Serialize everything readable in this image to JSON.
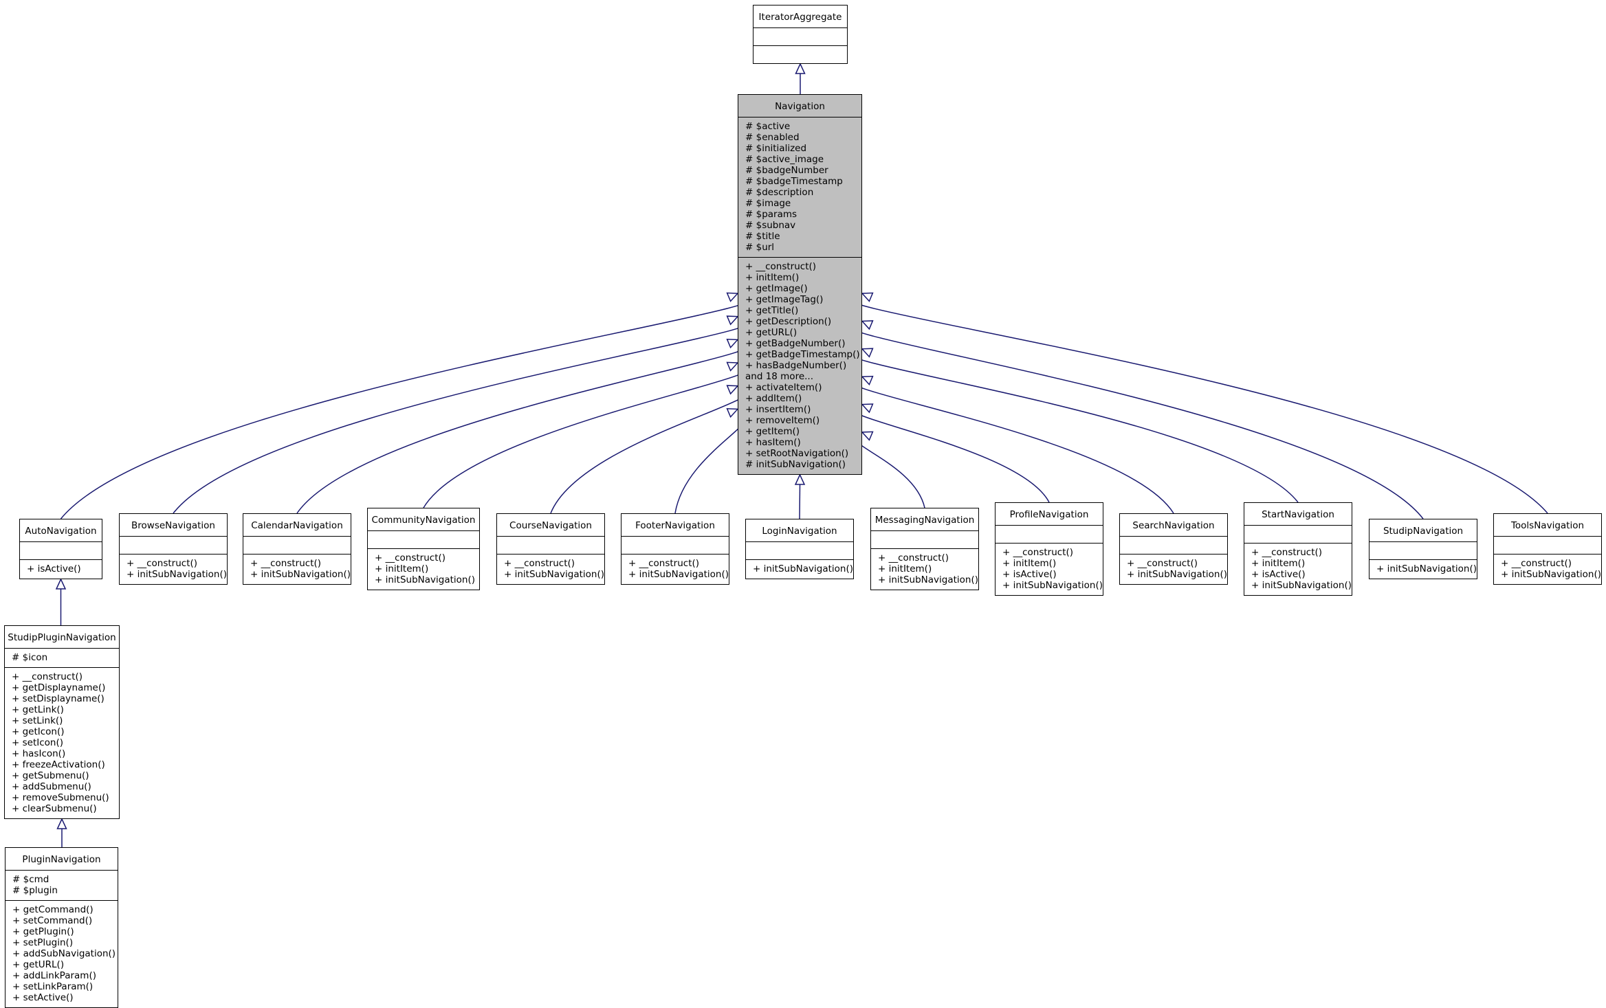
{
  "diagram": {
    "classes": [
      {
        "id": "IteratorAggregate",
        "name": "IteratorAggregate",
        "attributes": [],
        "methods": []
      },
      {
        "id": "Navigation",
        "name": "Navigation",
        "highlight": true,
        "attributes": [
          "# $active",
          "# $enabled",
          "# $initialized",
          "# $active_image",
          "# $badgeNumber",
          "# $badgeTimestamp",
          "# $description",
          "# $image",
          "# $params",
          "# $subnav",
          "# $title",
          "# $url"
        ],
        "methods": [
          "+ __construct()",
          "+ initItem()",
          "+ getImage()",
          "+ getImageTag()",
          "+ getTitle()",
          "+ getDescription()",
          "+ getURL()",
          "+ getBadgeNumber()",
          "+ getBadgeTimestamp()",
          "+ hasBadgeNumber()",
          "and 18 more...",
          "+ activateItem()",
          "+ addItem()",
          "+ insertItem()",
          "+ removeItem()",
          "+ getItem()",
          "+ hasItem()",
          "+ setRootNavigation()",
          "# initSubNavigation()"
        ]
      },
      {
        "id": "AutoNavigation",
        "name": "AutoNavigation",
        "attributes": [],
        "methods": [
          "+ isActive()"
        ]
      },
      {
        "id": "BrowseNavigation",
        "name": "BrowseNavigation",
        "attributes": [],
        "methods": [
          "+ __construct()",
          "+ initSubNavigation()"
        ]
      },
      {
        "id": "CalendarNavigation",
        "name": "CalendarNavigation",
        "attributes": [],
        "methods": [
          "+ __construct()",
          "+ initSubNavigation()"
        ]
      },
      {
        "id": "CommunityNavigation",
        "name": "CommunityNavigation",
        "attributes": [],
        "methods": [
          "+ __construct()",
          "+ initItem()",
          "+ initSubNavigation()"
        ]
      },
      {
        "id": "CourseNavigation",
        "name": "CourseNavigation",
        "attributes": [],
        "methods": [
          "+ __construct()",
          "+ initSubNavigation()"
        ]
      },
      {
        "id": "FooterNavigation",
        "name": "FooterNavigation",
        "attributes": [],
        "methods": [
          "+ __construct()",
          "+ initSubNavigation()"
        ]
      },
      {
        "id": "LoginNavigation",
        "name": "LoginNavigation",
        "attributes": [],
        "methods": [
          "+ initSubNavigation()"
        ]
      },
      {
        "id": "MessagingNavigation",
        "name": "MessagingNavigation",
        "attributes": [],
        "methods": [
          "+ __construct()",
          "+ initItem()",
          "+ initSubNavigation()"
        ]
      },
      {
        "id": "ProfileNavigation",
        "name": "ProfileNavigation",
        "attributes": [],
        "methods": [
          "+ __construct()",
          "+ initItem()",
          "+ isActive()",
          "+ initSubNavigation()"
        ]
      },
      {
        "id": "SearchNavigation",
        "name": "SearchNavigation",
        "attributes": [],
        "methods": [
          "+ __construct()",
          "+ initSubNavigation()"
        ]
      },
      {
        "id": "StartNavigation",
        "name": "StartNavigation",
        "attributes": [],
        "methods": [
          "+ __construct()",
          "+ initItem()",
          "+ isActive()",
          "+ initSubNavigation()"
        ]
      },
      {
        "id": "StudipNavigation",
        "name": "StudipNavigation",
        "attributes": [],
        "methods": [
          "+ initSubNavigation()"
        ]
      },
      {
        "id": "ToolsNavigation",
        "name": "ToolsNavigation",
        "attributes": [],
        "methods": [
          "+ __construct()",
          "+ initSubNavigation()"
        ]
      },
      {
        "id": "StudipPluginNavigation",
        "name": "StudipPluginNavigation",
        "attributes": [
          "# $icon"
        ],
        "methods": [
          "+ __construct()",
          "+ getDisplayname()",
          "+ setDisplayname()",
          "+ getLink()",
          "+ setLink()",
          "+ getIcon()",
          "+ setIcon()",
          "+ hasIcon()",
          "+ freezeActivation()",
          "+ getSubmenu()",
          "+ addSubmenu()",
          "+ removeSubmenu()",
          "+ clearSubmenu()"
        ]
      },
      {
        "id": "PluginNavigation",
        "name": "PluginNavigation",
        "attributes": [
          "# $cmd",
          "# $plugin"
        ],
        "methods": [
          "+ getCommand()",
          "+ setCommand()",
          "+ getPlugin()",
          "+ setPlugin()",
          "+ addSubNavigation()",
          "+ getURL()",
          "+ addLinkParam()",
          "+ setLinkParam()",
          "+ setActive()"
        ]
      }
    ],
    "inheritance": [
      {
        "child": "Navigation",
        "parent": "IteratorAggregate"
      },
      {
        "child": "AutoNavigation",
        "parent": "Navigation"
      },
      {
        "child": "BrowseNavigation",
        "parent": "Navigation"
      },
      {
        "child": "CalendarNavigation",
        "parent": "Navigation"
      },
      {
        "child": "CommunityNavigation",
        "parent": "Navigation"
      },
      {
        "child": "CourseNavigation",
        "parent": "Navigation"
      },
      {
        "child": "FooterNavigation",
        "parent": "Navigation"
      },
      {
        "child": "LoginNavigation",
        "parent": "Navigation"
      },
      {
        "child": "MessagingNavigation",
        "parent": "Navigation"
      },
      {
        "child": "ProfileNavigation",
        "parent": "Navigation"
      },
      {
        "child": "SearchNavigation",
        "parent": "Navigation"
      },
      {
        "child": "StartNavigation",
        "parent": "Navigation"
      },
      {
        "child": "StudipNavigation",
        "parent": "Navigation"
      },
      {
        "child": "ToolsNavigation",
        "parent": "Navigation"
      },
      {
        "child": "StudipPluginNavigation",
        "parent": "AutoNavigation"
      },
      {
        "child": "PluginNavigation",
        "parent": "StudipPluginNavigation"
      }
    ],
    "colors": {
      "edge": "#191970",
      "box_border": "#000000",
      "highlight_fill": "#bfbfbf",
      "box_fill": "#ffffff"
    }
  }
}
